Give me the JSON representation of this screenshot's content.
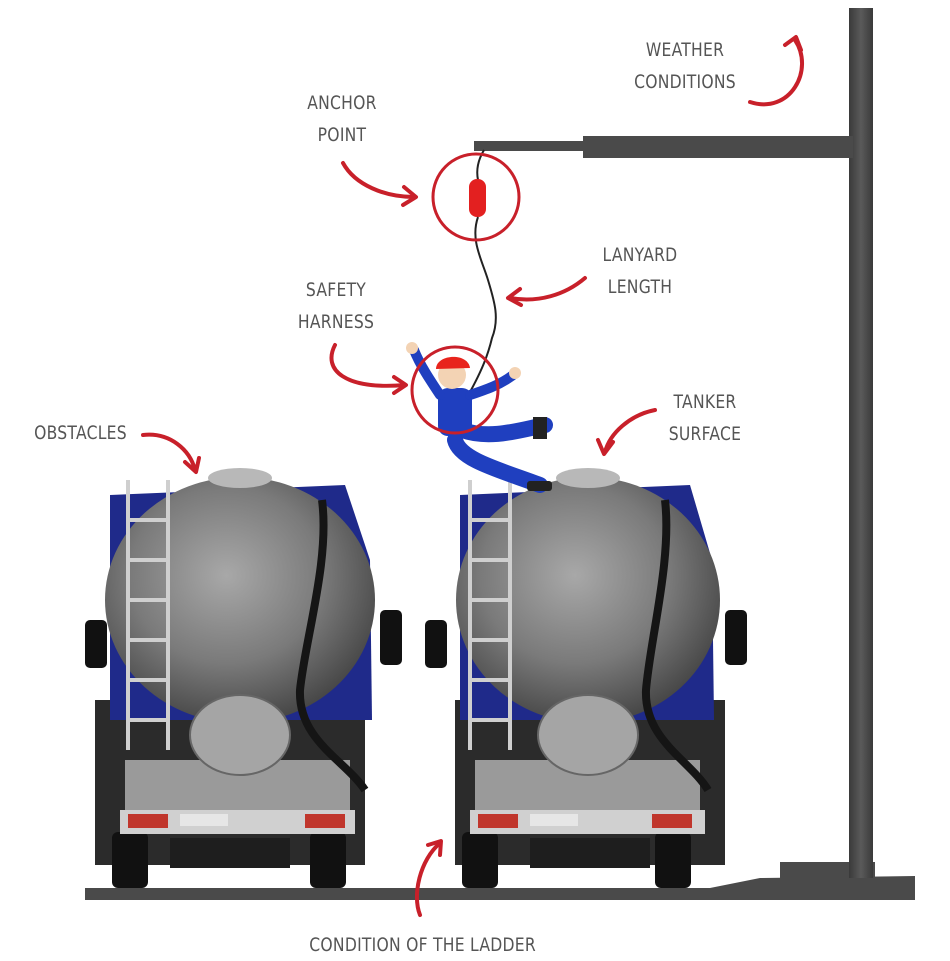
{
  "labels": {
    "weather": [
      "WEATHER",
      "CONDITIONS"
    ],
    "anchor": [
      "ANCHOR",
      "POINT"
    ],
    "lanyard": [
      "LANYARD",
      "LENGTH"
    ],
    "harness": [
      "SAFETY",
      "HARNESS"
    ],
    "obstacles": "OBSTACLES",
    "tanker": [
      "TANKER",
      "SURFACE"
    ],
    "ladder": "CONDITION OF THE LADDER"
  },
  "colors": {
    "accent_red": "#c8202a",
    "label_gray": "#555555",
    "structure_gray": "#4a4a4a",
    "tank_gray": "#7a7a7a",
    "cab_blue": "#1f2a8a",
    "worker_shirt": "#1f3fbf",
    "helmet": "#e8241c"
  }
}
